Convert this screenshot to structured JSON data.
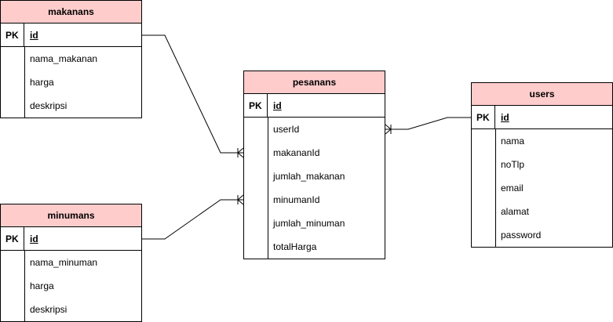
{
  "entities": {
    "makanans": {
      "title": "makanans",
      "pk_label": "PK",
      "pk": "id",
      "attributes": [
        "nama_makanan",
        "harga",
        "deskripsi"
      ]
    },
    "minumans": {
      "title": "minumans",
      "pk_label": "PK",
      "pk": "id",
      "attributes": [
        "nama_minuman",
        "harga",
        "deskripsi"
      ]
    },
    "pesanans": {
      "title": "pesanans",
      "pk_label": "PK",
      "pk": "id",
      "attributes": [
        "userId",
        "makananId",
        "jumlah_makanan",
        "minumanId",
        "jumlah_minuman",
        "totalHarga"
      ]
    },
    "users": {
      "title": "users",
      "pk_label": "PK",
      "pk": "id",
      "attributes": [
        "nama",
        "noTlp",
        "email",
        "alamat",
        "password"
      ]
    }
  },
  "colors": {
    "header_fill": "#ffcccc",
    "border": "#000000"
  }
}
